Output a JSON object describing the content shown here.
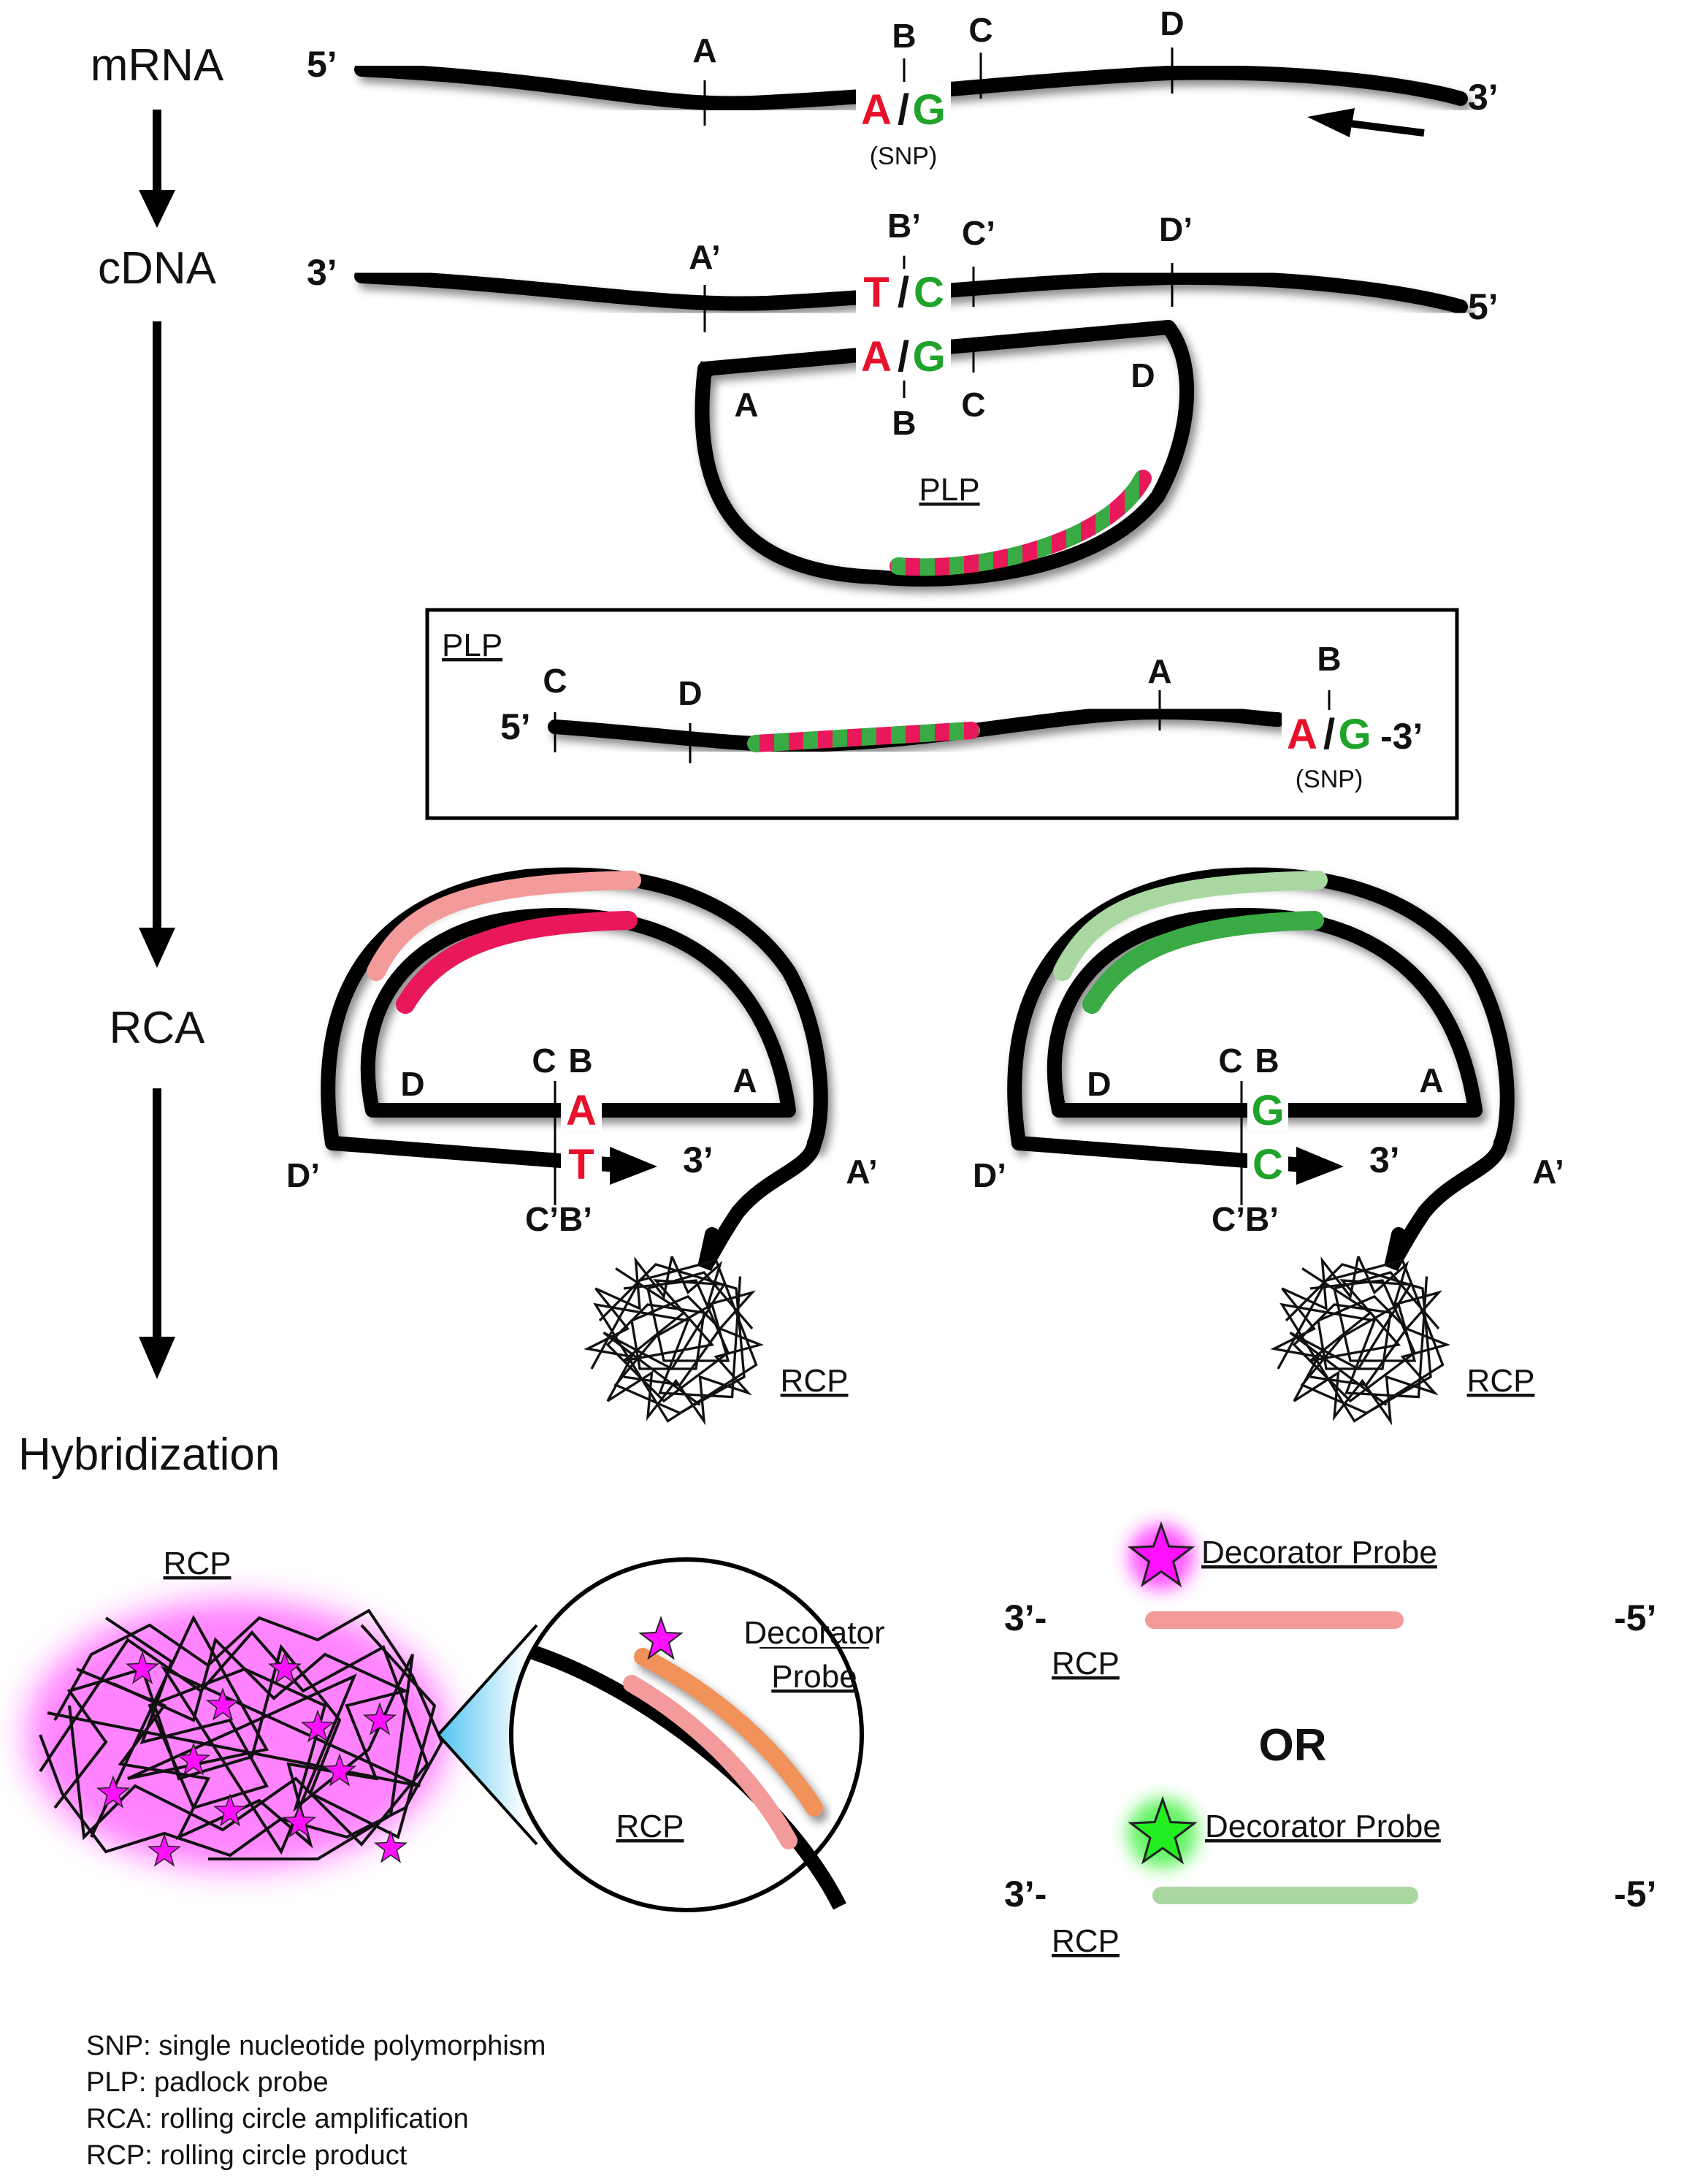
{
  "stages": {
    "mrna": "mRNA",
    "cdna": "cDNA",
    "rca": "RCA",
    "hybridization": "Hybridization"
  },
  "ends": {
    "five": "5’",
    "three": "3’"
  },
  "positions": {
    "a": "A",
    "b": "B",
    "c": "C",
    "d": "D",
    "a_p": "A’",
    "b_p": "B’",
    "c_p": "C’",
    "d_p": "D’",
    "cp_bp": "C’B’"
  },
  "nucleotides": {
    "a": "A",
    "g": "G",
    "t": "T",
    "c": "C",
    "slash": "/"
  },
  "labels": {
    "snp": "(SNP)",
    "plp": "PLP",
    "rcp": "RCP",
    "decorator": "Decorator",
    "probe": "Probe",
    "decorator_probe": "Decorator Probe",
    "or": "OR",
    "three_dash": "3’-",
    "dash_five": "-5’",
    "dash_three": "-3’",
    "five_dash": "5’-"
  },
  "legend": [
    "SNP: single nucleotide polymorphism",
    "PLP: padlock probe",
    "RCA: rolling circle amplification",
    "RCP: rolling circle product"
  ],
  "colors": {
    "allele_a": "#e8102a",
    "allele_g": "#1fa32a",
    "red_band": "#e8185a",
    "green_band": "#3aaa45",
    "pink": "#f39a9a",
    "light_green": "#a8d8a0",
    "orange": "#f0925a",
    "blue": "#8fb0dd",
    "magenta": "#ff10ff",
    "bright_green": "#22ee22"
  }
}
